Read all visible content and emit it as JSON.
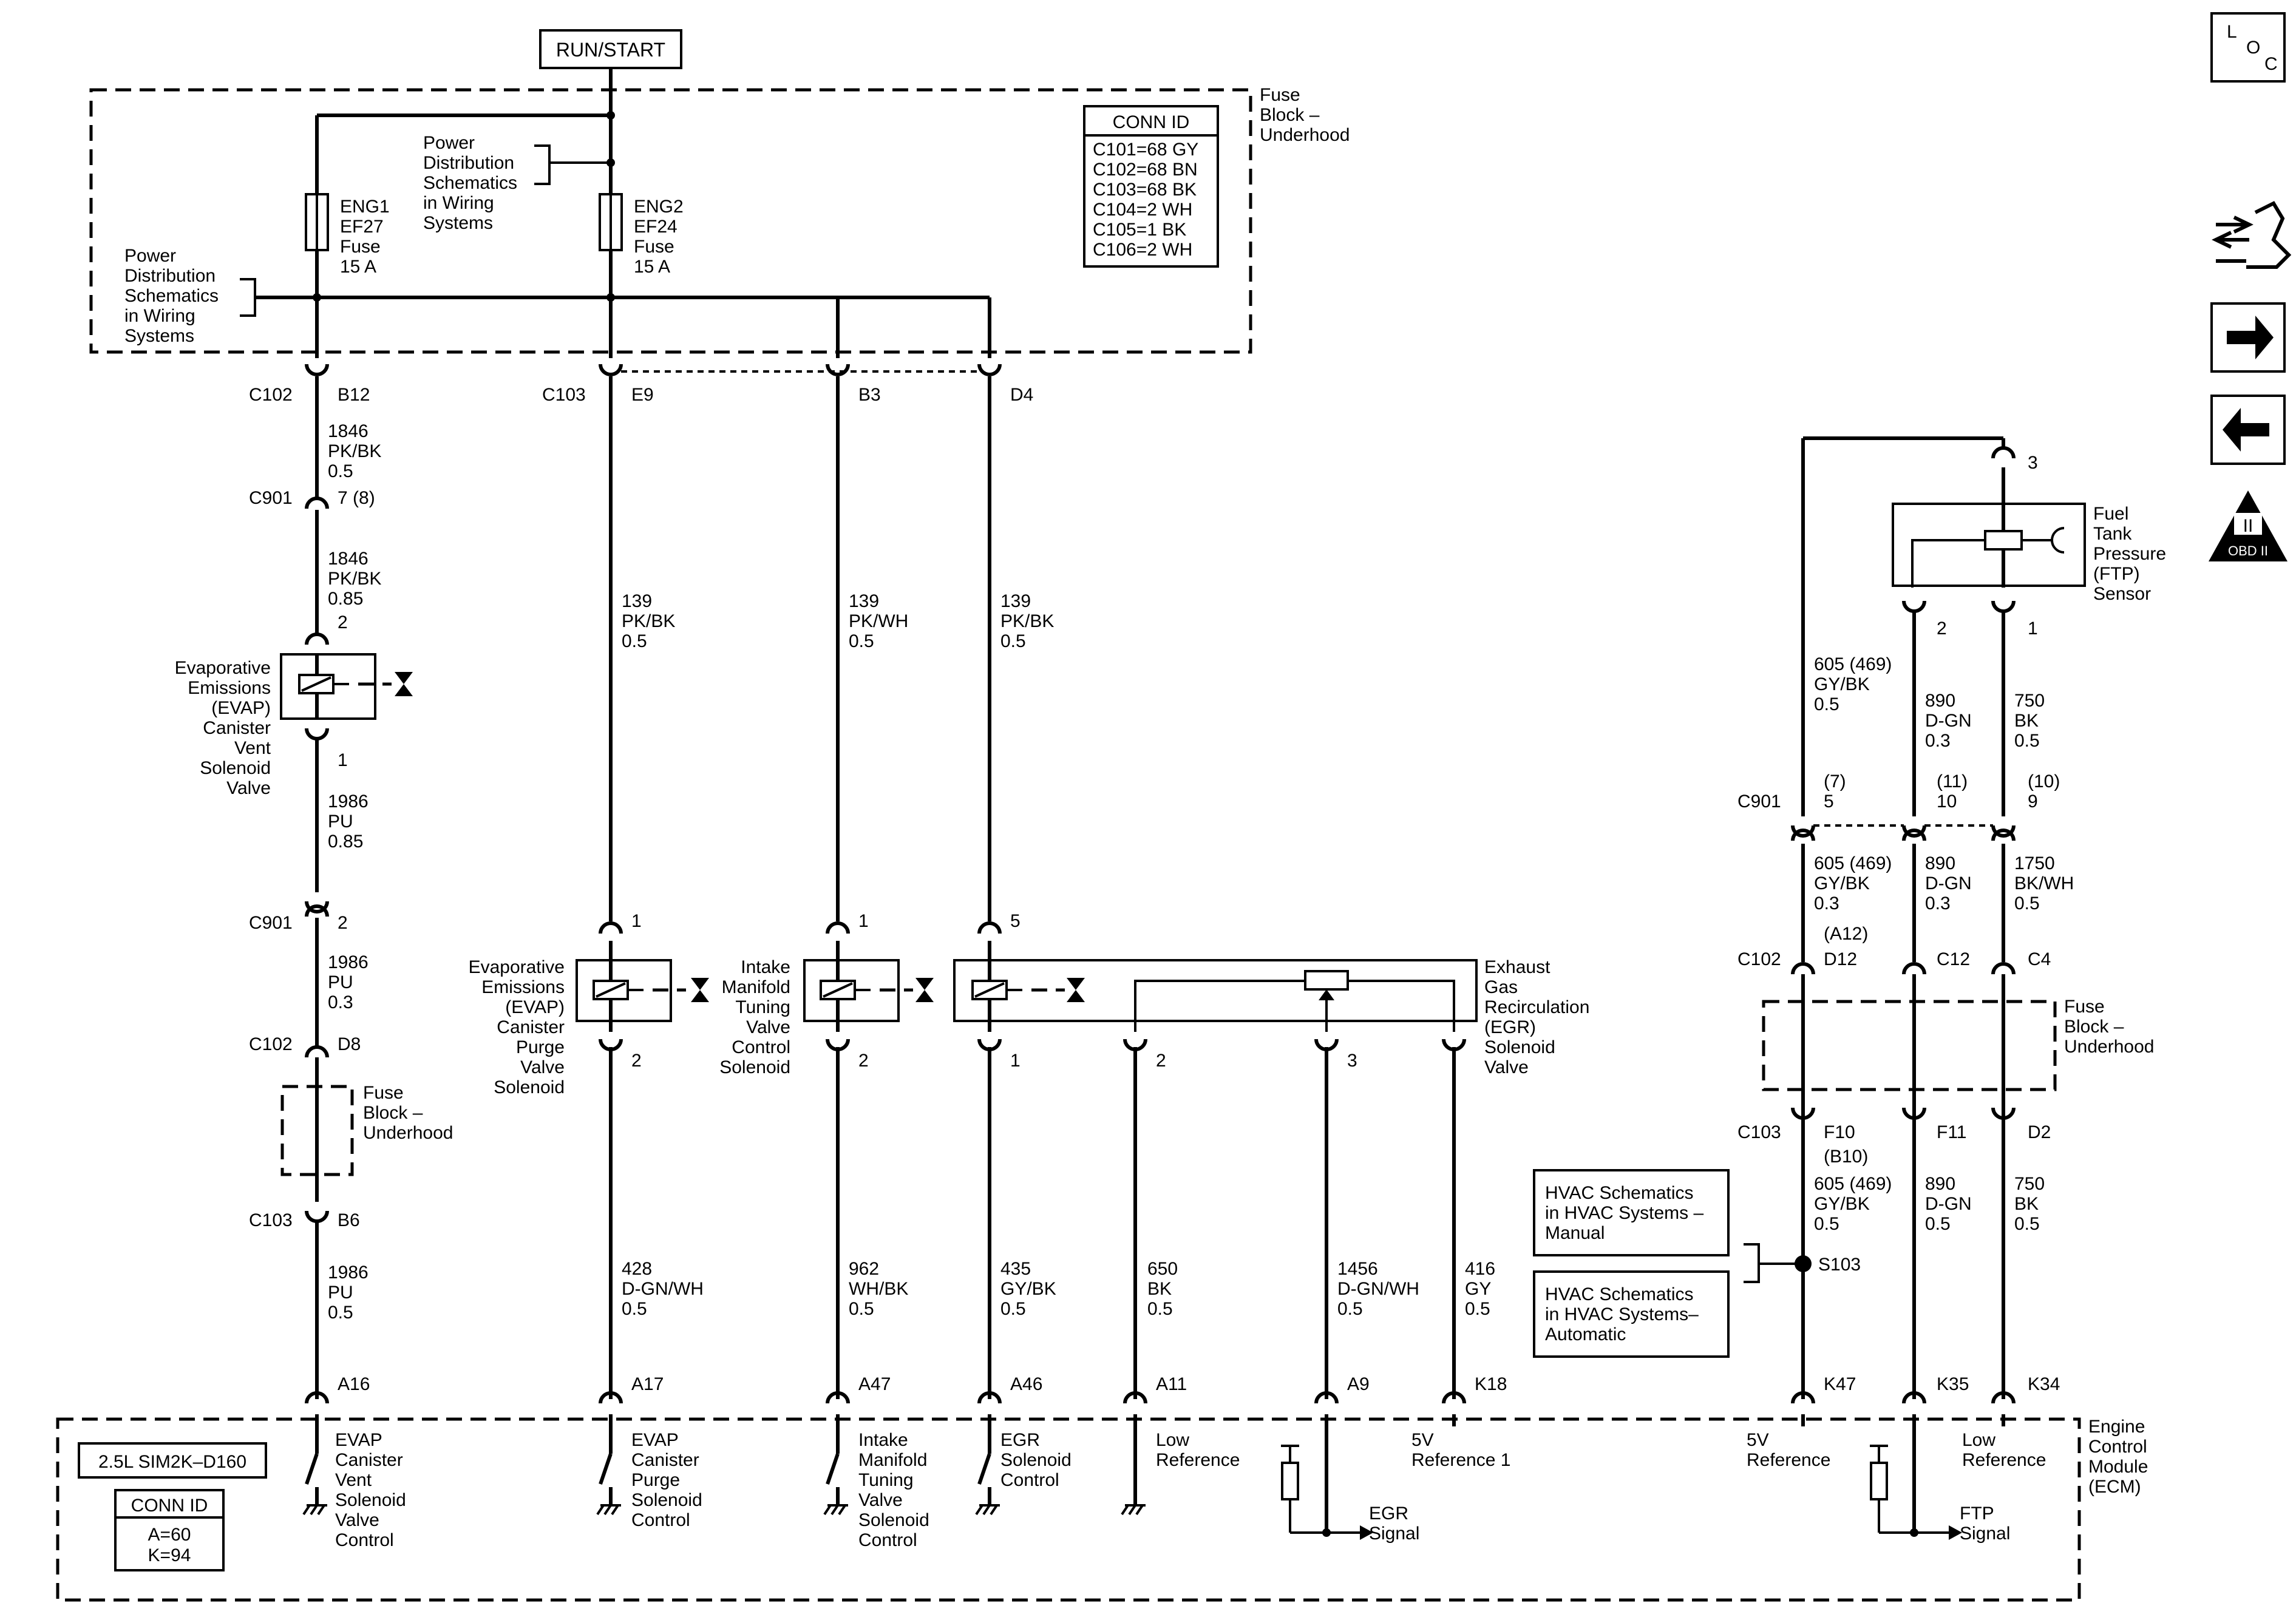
{
  "power": {
    "run_start": "RUN/START"
  },
  "fuse_block_top": {
    "label": [
      "Fuse",
      "Block –",
      "Underhood"
    ]
  },
  "conn_id_top": {
    "title": "CONN ID",
    "rows": [
      "C101=68 GY",
      "C102=68 BN",
      "C103=68 BK",
      "C104=2 WH",
      "C105=1 BK",
      "C106=2 WH"
    ]
  },
  "refs": {
    "pds_1": [
      "Power",
      "Distribution",
      "Schematics",
      "in Wiring",
      "Systems"
    ],
    "pds_2": [
      "Power",
      "Distribution",
      "Schematics",
      "in Wiring",
      "Systems"
    ]
  },
  "fuses": {
    "eng1": [
      "ENG1",
      "EF27",
      "Fuse",
      "15 A"
    ],
    "eng2": [
      "ENG2",
      "EF24",
      "Fuse",
      "15 A"
    ]
  },
  "connectors": {
    "c102": "C102",
    "c103": "C103",
    "c901": "C901",
    "b12": "B12",
    "e9": "E9",
    "b3": "B3",
    "d4": "D4",
    "c901_pin_7_8": "7 (8)",
    "pin2": "2",
    "pin1": "1",
    "pin3": "3",
    "pin5": "5",
    "d8": "D8",
    "b6": "B6",
    "a16": "A16",
    "a17": "A17",
    "a47": "A47",
    "a46": "A46",
    "a11": "A11",
    "a9": "A9",
    "k18": "K18",
    "k47": "K47",
    "k35": "K35",
    "k34": "K34",
    "c901_r_7": "(7)",
    "c901_r_5": "5",
    "c901_r_11": "(11)",
    "c901_r_10": "10",
    "c901_r_10b": "(10)",
    "c901_r_9": "9",
    "a12": "(A12)",
    "d12": "D12",
    "c12": "C12",
    "c4": "C4",
    "f10": "F10",
    "b10": "(B10)",
    "f11": "F11",
    "d2": "D2",
    "s103": "S103"
  },
  "wires": {
    "w1846a": [
      "1846",
      "PK/BK",
      "0.5"
    ],
    "w1846b": [
      "1846",
      "PK/BK",
      "0.85"
    ],
    "w1986a": [
      "1986",
      "PU",
      "0.85"
    ],
    "w1986b": [
      "1986",
      "PU",
      "0.3"
    ],
    "w1986c": [
      "1986",
      "PU",
      "0.5"
    ],
    "w139a": [
      "139",
      "PK/BK",
      "0.5"
    ],
    "w139b": [
      "139",
      "PK/WH",
      "0.5"
    ],
    "w139c": [
      "139",
      "PK/BK",
      "0.5"
    ],
    "w428": [
      "428",
      "D-GN/WH",
      "0.5"
    ],
    "w962": [
      "962",
      "WH/BK",
      "0.5"
    ],
    "w435": [
      "435",
      "GY/BK",
      "0.5"
    ],
    "w650": [
      "650",
      "BK",
      "0.5"
    ],
    "w1456": [
      "1456",
      "D-GN/WH",
      "0.5"
    ],
    "w416": [
      "416",
      "GY",
      "0.5"
    ],
    "w605a": [
      "605 (469)",
      "GY/BK",
      "0.5"
    ],
    "w890a": [
      "890",
      "D-GN",
      "0.3"
    ],
    "w750a": [
      "750",
      "BK",
      "0.5"
    ],
    "w605b": [
      "605 (469)",
      "GY/BK",
      "0.3"
    ],
    "w890b": [
      "890",
      "D-GN",
      "0.3"
    ],
    "w1750": [
      "1750",
      "BK/WH",
      "0.5"
    ],
    "w605c": [
      "605 (469)",
      "GY/BK",
      "0.5"
    ],
    "w890c": [
      "890",
      "D-GN",
      "0.5"
    ],
    "w750b": [
      "750",
      "BK",
      "0.5"
    ]
  },
  "components": {
    "evap_vent": [
      "Evaporative",
      "Emissions",
      "(EVAP)",
      "Canister",
      "Vent",
      "Solenoid",
      "Valve"
    ],
    "evap_purge": [
      "Evaporative",
      "Emissions",
      "(EVAP)",
      "Canister",
      "Purge",
      "Valve",
      "Solenoid"
    ],
    "intake": [
      "Intake",
      "Manifold",
      "Tuning",
      "Valve",
      "Control",
      "Solenoid"
    ],
    "egr": [
      "Exhaust",
      "Gas",
      "Recirculation",
      "(EGR)",
      "Solenoid",
      "Valve"
    ],
    "ftp": [
      "Fuel",
      "Tank",
      "Pressure",
      "(FTP)",
      "Sensor"
    ],
    "fuse_block_left": [
      "Fuse",
      "Block –",
      "Underhood"
    ],
    "fuse_block_right": [
      "Fuse",
      "Block –",
      "Underhood"
    ]
  },
  "hvac": {
    "manual": [
      "HVAC Schematics",
      "in HVAC Systems –",
      "Manual"
    ],
    "auto": [
      "HVAC Schematics",
      "in HVAC Systems–",
      "Automatic"
    ]
  },
  "ecm": {
    "label": [
      "Engine",
      "Control",
      "Module",
      "(ECM)"
    ],
    "engine": "2.5L SIM2K–D160",
    "conn_title": "CONN ID",
    "conn_rows": [
      "A=60",
      "K=94"
    ],
    "evap_vent_ctl": [
      "EVAP",
      "Canister",
      "Vent",
      "Solenoid",
      "Valve",
      "Control"
    ],
    "evap_purge_ctl": [
      "EVAP",
      "Canister",
      "Purge",
      "Solenoid",
      "Control"
    ],
    "intake_ctl": [
      "Intake",
      "Manifold",
      "Tuning",
      "Valve",
      "Solenoid",
      "Control"
    ],
    "egr_ctl": [
      "EGR",
      "Solenoid",
      "Control"
    ],
    "low_ref_1": [
      "Low",
      "Reference"
    ],
    "egr_signal": [
      "EGR",
      "Signal"
    ],
    "ref5v_1": [
      "5V",
      "Reference 1"
    ],
    "ref5v_2": [
      "5V",
      "Reference"
    ],
    "low_ref_2": [
      "Low",
      "Reference"
    ],
    "ftp_signal": [
      "FTP",
      "Signal"
    ]
  },
  "side_icons": {
    "loc": [
      "L",
      "O",
      "C"
    ],
    "obd": "OBD II",
    "obd_numeral": "II",
    "icons": [
      "loc-icon",
      "component-locator-icon",
      "next-arrow-icon",
      "previous-arrow-icon",
      "obd-ii-icon"
    ]
  }
}
